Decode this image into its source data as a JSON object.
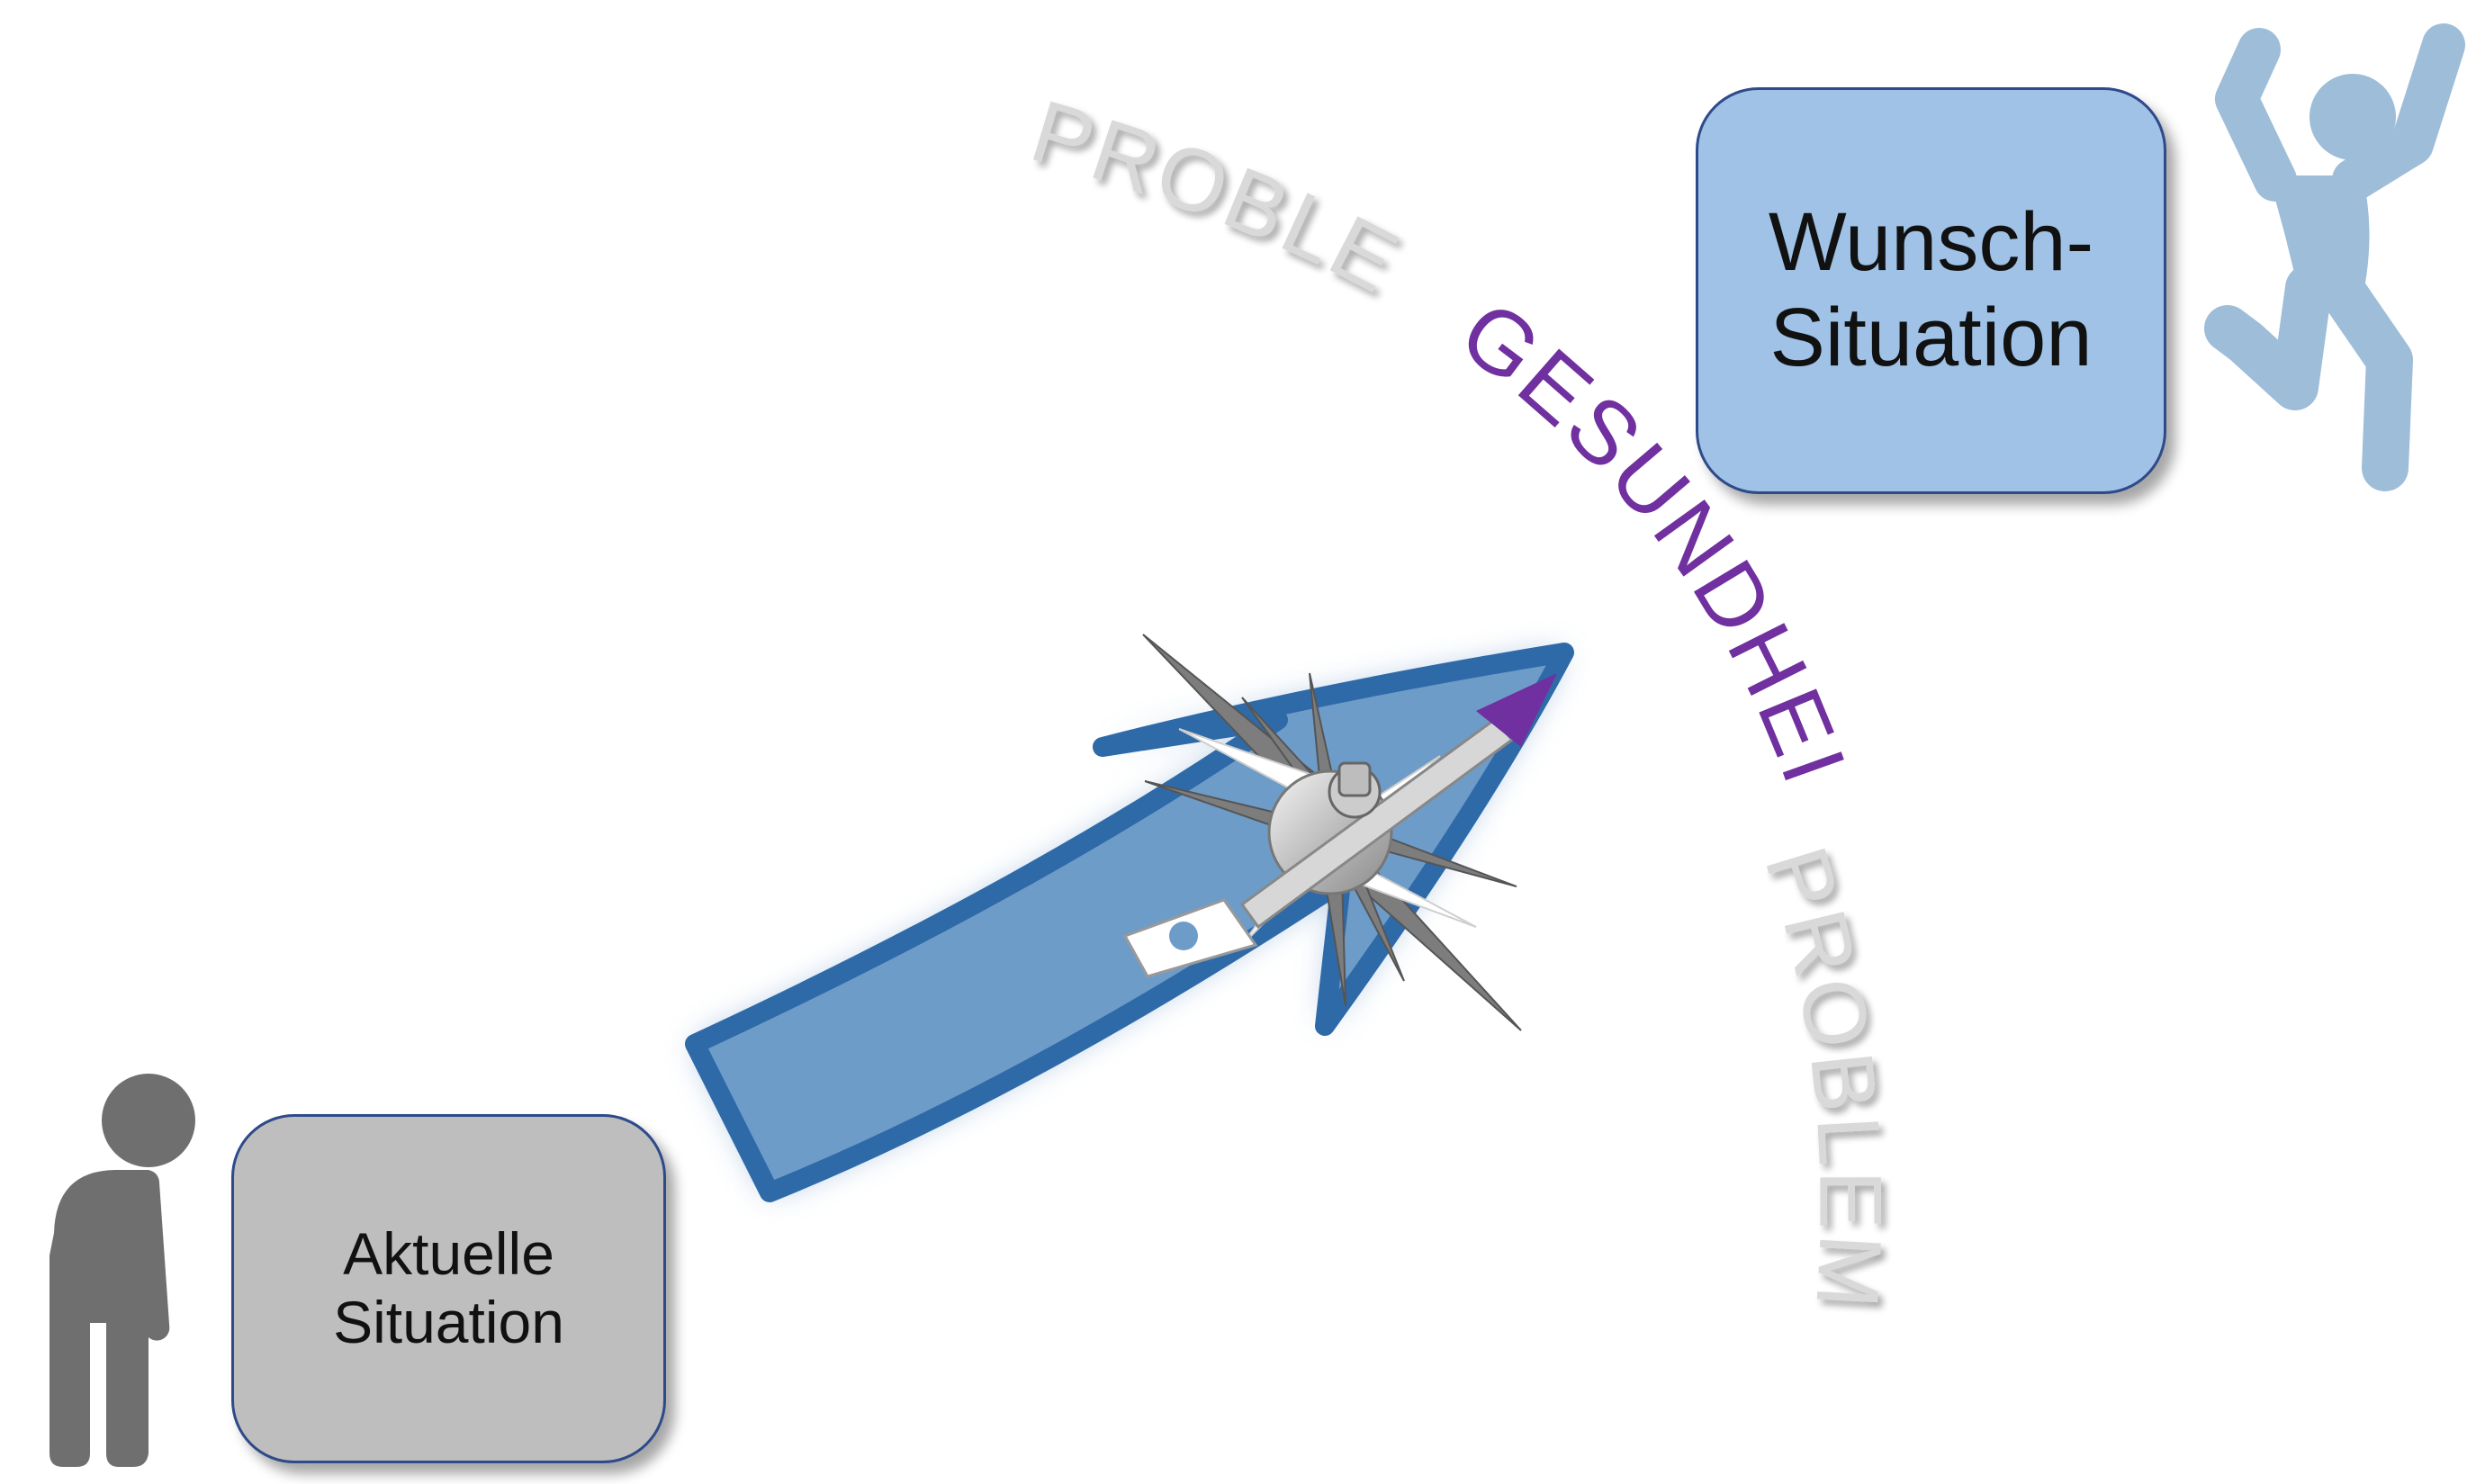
{
  "current_box": {
    "line1": "Aktuelle",
    "line2": "Situation"
  },
  "target_box": {
    "line1": "Wunsch-",
    "line2": "Situation"
  },
  "arc_labels": {
    "problem_top": "PROBLEM",
    "health": "GESUNDHEIT",
    "problem_bottom": "PROBLEM"
  },
  "icons": {
    "current_person": "sad-person-icon",
    "target_person": "jumping-person-icon",
    "arrow": "curved-arrow-icon",
    "compass": "compass-icon"
  },
  "colors": {
    "current_box_fill": "#bebebe",
    "target_box_fill": "#9fc2e6",
    "box_border": "#2e4a8a",
    "arrow_fill": "#6e9cc8",
    "arrow_border": "#2f6aa8",
    "health_text": "#7030a0",
    "problem_text": "#d9d9d9",
    "sad_person": "#6f6f6f",
    "happy_person": "#9dbdd9"
  }
}
